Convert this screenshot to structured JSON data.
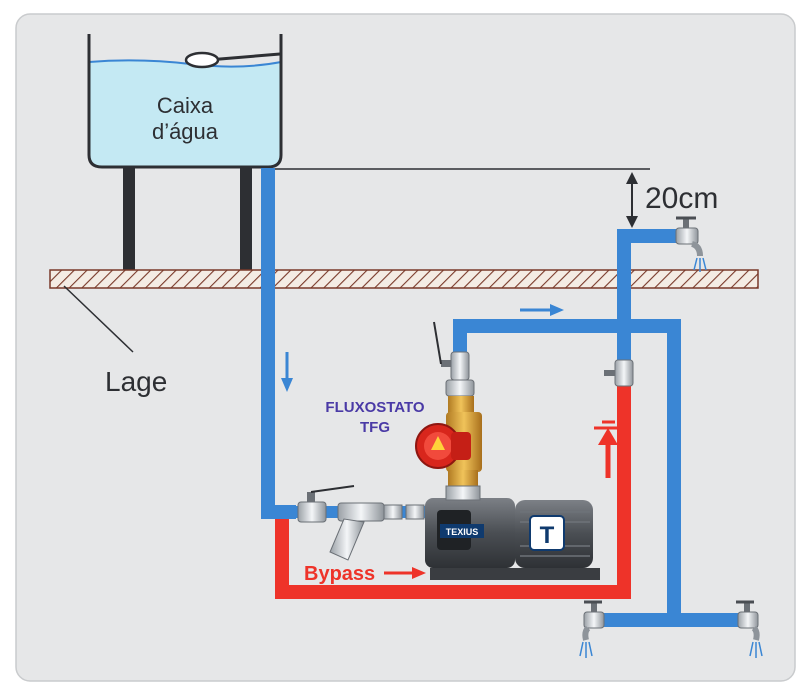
{
  "tank": {
    "label_line1": "Caixa",
    "label_line2": "d’água"
  },
  "slab": {
    "label": "Lage"
  },
  "clearance": {
    "label": "20cm"
  },
  "device": {
    "name_line1": "FLUXOSTATO",
    "name_line2": "TFG"
  },
  "bypass": {
    "label": "Bypass"
  },
  "pump": {
    "brand": "TEXIUS",
    "logo_letter": "T"
  },
  "colors": {
    "background": "#e6e7e8",
    "cold_pipe": "#3a86d4",
    "hot_pipe": "#ee3329",
    "water": "#c4e9f3",
    "device_label": "#4a3aa6",
    "bypass_label": "#ee3329",
    "brass": "#d9a23a",
    "pump_body": "#55595e"
  }
}
